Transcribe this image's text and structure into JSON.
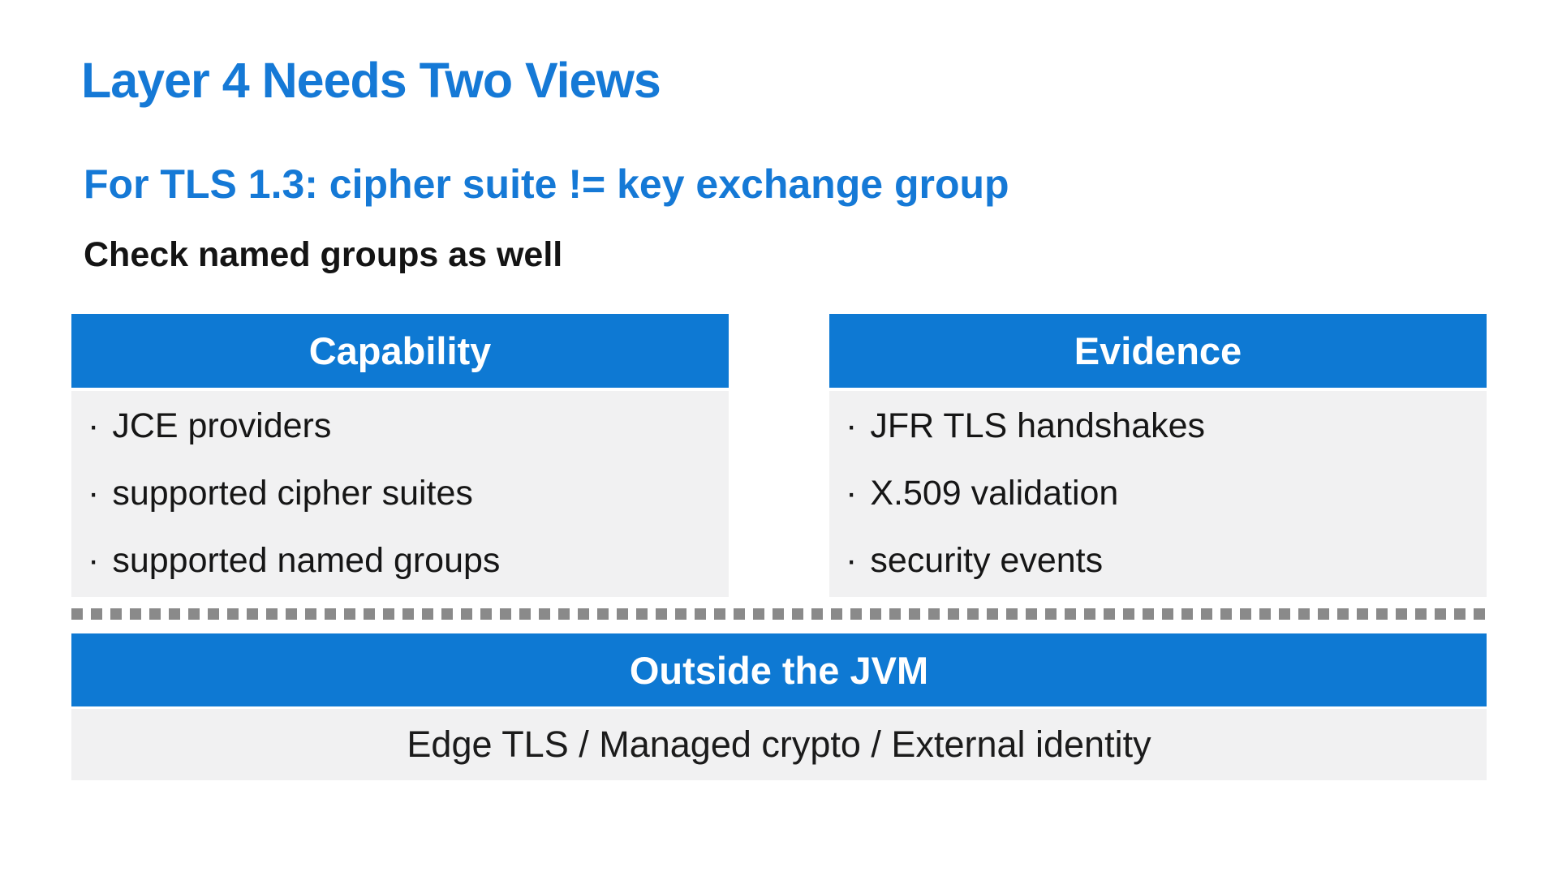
{
  "slide": {
    "title": "Layer 4 Needs Two Views",
    "subtitle": "For TLS 1.3: cipher suite != key exchange group",
    "note": "Check named groups as well",
    "bullet": "·",
    "columns": [
      {
        "header": "Capability",
        "items": [
          "JCE providers",
          "supported cipher suites",
          "supported named groups"
        ]
      },
      {
        "header": "Evidence",
        "items": [
          "JFR TLS handshakes",
          "X.509 validation",
          "security events"
        ]
      }
    ],
    "outside_banner": {
      "title": "Outside the JVM",
      "subtitle": "Edge TLS / Managed crypto / External identity"
    },
    "colors": {
      "heading_blue": "#1579d6",
      "band_blue": "#0e79d3",
      "panel_gray": "#f1f1f2",
      "divider_gray": "#8a8a8a",
      "text_dark": "#171717"
    }
  }
}
